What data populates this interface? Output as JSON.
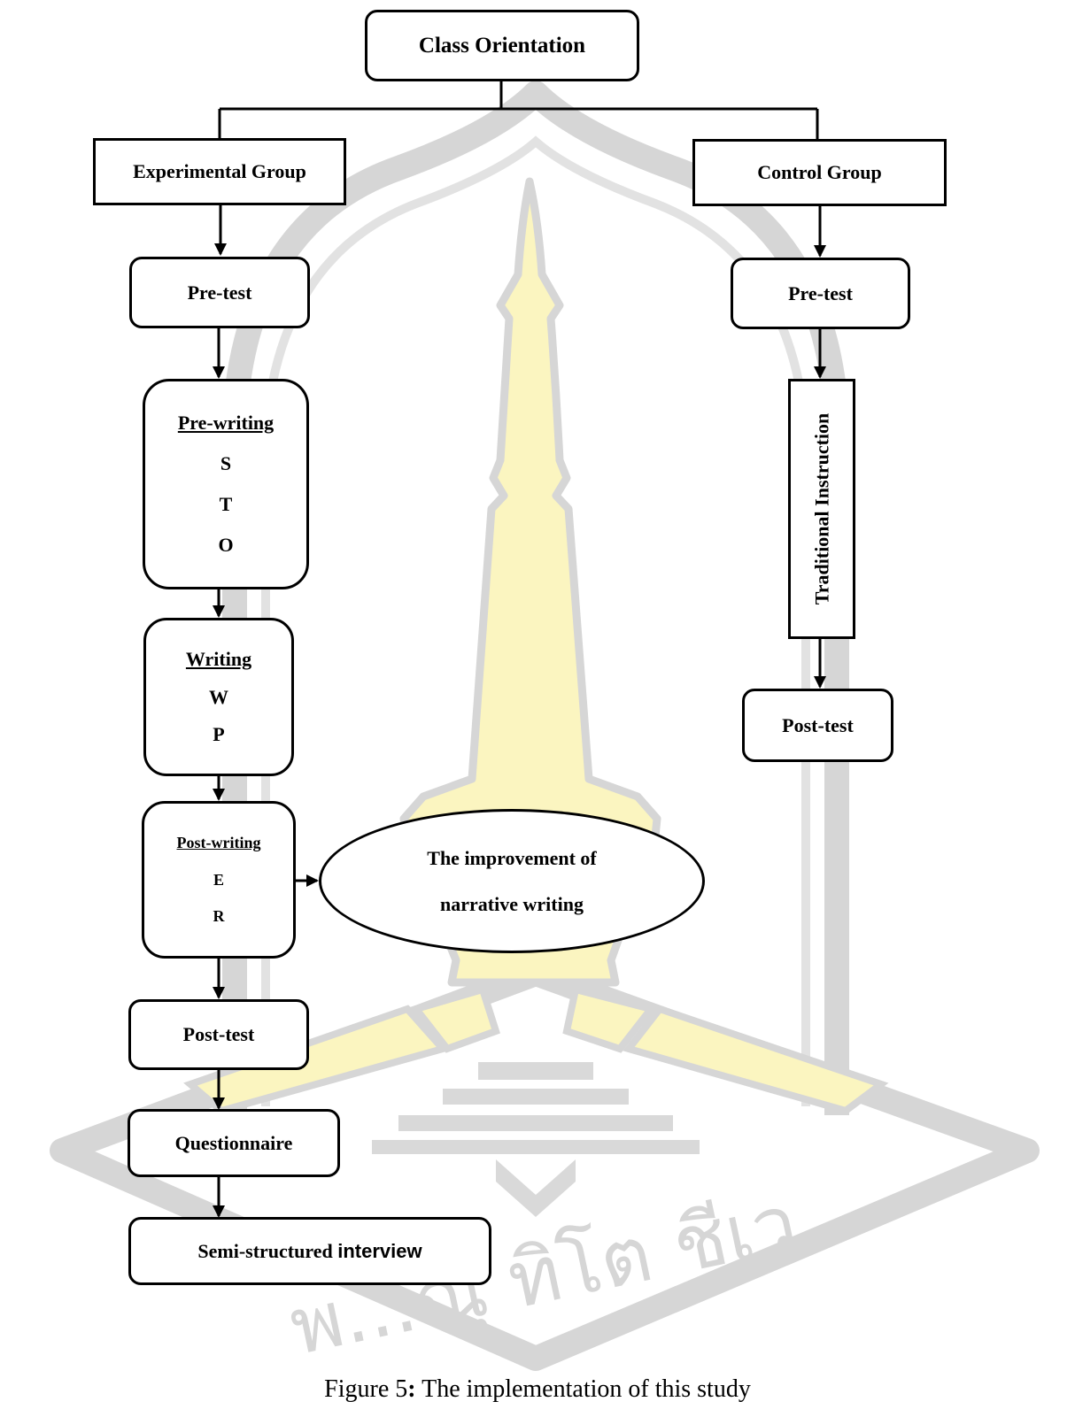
{
  "diagram": {
    "root": {
      "label": "Class Orientation"
    },
    "experimental": {
      "group": "Experimental Group",
      "pretest": "Pre-test",
      "prewriting": {
        "title": "Pre-writing",
        "steps": [
          "S",
          "T",
          "O"
        ]
      },
      "writing": {
        "title": "Writing",
        "steps": [
          "W",
          "P"
        ]
      },
      "postwriting": {
        "title": "Post-writing",
        "steps": [
          "E",
          "R"
        ]
      },
      "outcome": {
        "line1": "The improvement of",
        "line2": "narrative writing"
      },
      "posttest": "Post-test",
      "questionnaire": "Questionnaire",
      "interview": {
        "part1": "Semi-structured ",
        "part2": "interview"
      }
    },
    "control": {
      "group": "Control Group",
      "pretest": "Pre-test",
      "instruction": "Traditional Instruction",
      "posttest": "Post-test"
    }
  },
  "watermark": {
    "text": "พ...ณุ ทิโต ชีเว"
  },
  "caption": {
    "prefix": "Figure 5",
    "colon": ":",
    "text": " The implementation of this study"
  }
}
